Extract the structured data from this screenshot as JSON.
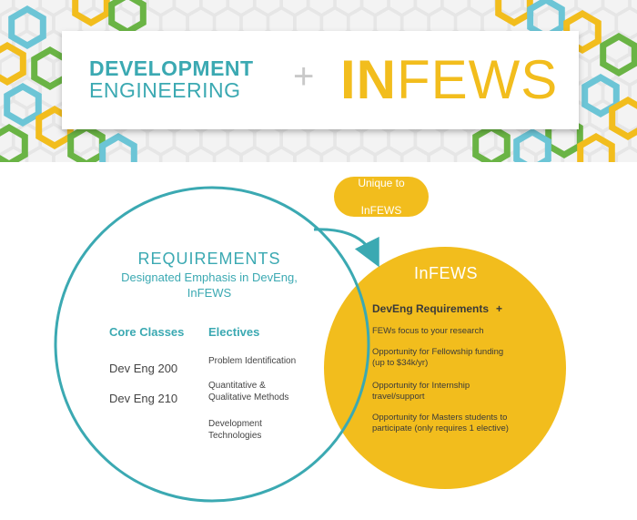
{
  "header": {
    "brand_line1": "DEVELOPMENT",
    "brand_line2": "ENGINEERING",
    "plus": "+",
    "infews_bold": "IN",
    "infews_rest": "FEWS"
  },
  "callout": {
    "line1": "Unique to",
    "line2": "InFEWS"
  },
  "requirements": {
    "title": "REQUIREMENTS",
    "subtitle_line1": "Designated Emphasis in DevEng,",
    "subtitle_line2": "InFEWS",
    "core_header": "Core Classes",
    "electives_header": "Electives",
    "core_classes": [
      "Dev Eng 200",
      "Dev Eng 210"
    ],
    "electives": [
      {
        "line1": "Problem Identification",
        "line2": ""
      },
      {
        "line1": "Quantitative &",
        "line2": "Qualitative Methods"
      },
      {
        "line1": "Development",
        "line2": "Technologies"
      }
    ]
  },
  "infews": {
    "heading": "InFEWS",
    "deveng_label": "DevEng Requirements",
    "deveng_plus": "+",
    "items": [
      {
        "line1": "FEWs focus to your research",
        "line2": ""
      },
      {
        "line1": "Opportunity for Fellowship funding",
        "line2": "(up to $34k/yr)"
      },
      {
        "line1": "Opportunity for Internship",
        "line2": "travel/support"
      },
      {
        "line1": "Opportunity for Masters students to",
        "line2": "participate (only requires 1 elective)"
      }
    ]
  },
  "colors": {
    "teal": "#3ba9b2",
    "gold": "#f2bd1d",
    "green": "#6ab445",
    "light_blue": "#6cc5d6",
    "grey_hex": "#e6e6e6"
  }
}
